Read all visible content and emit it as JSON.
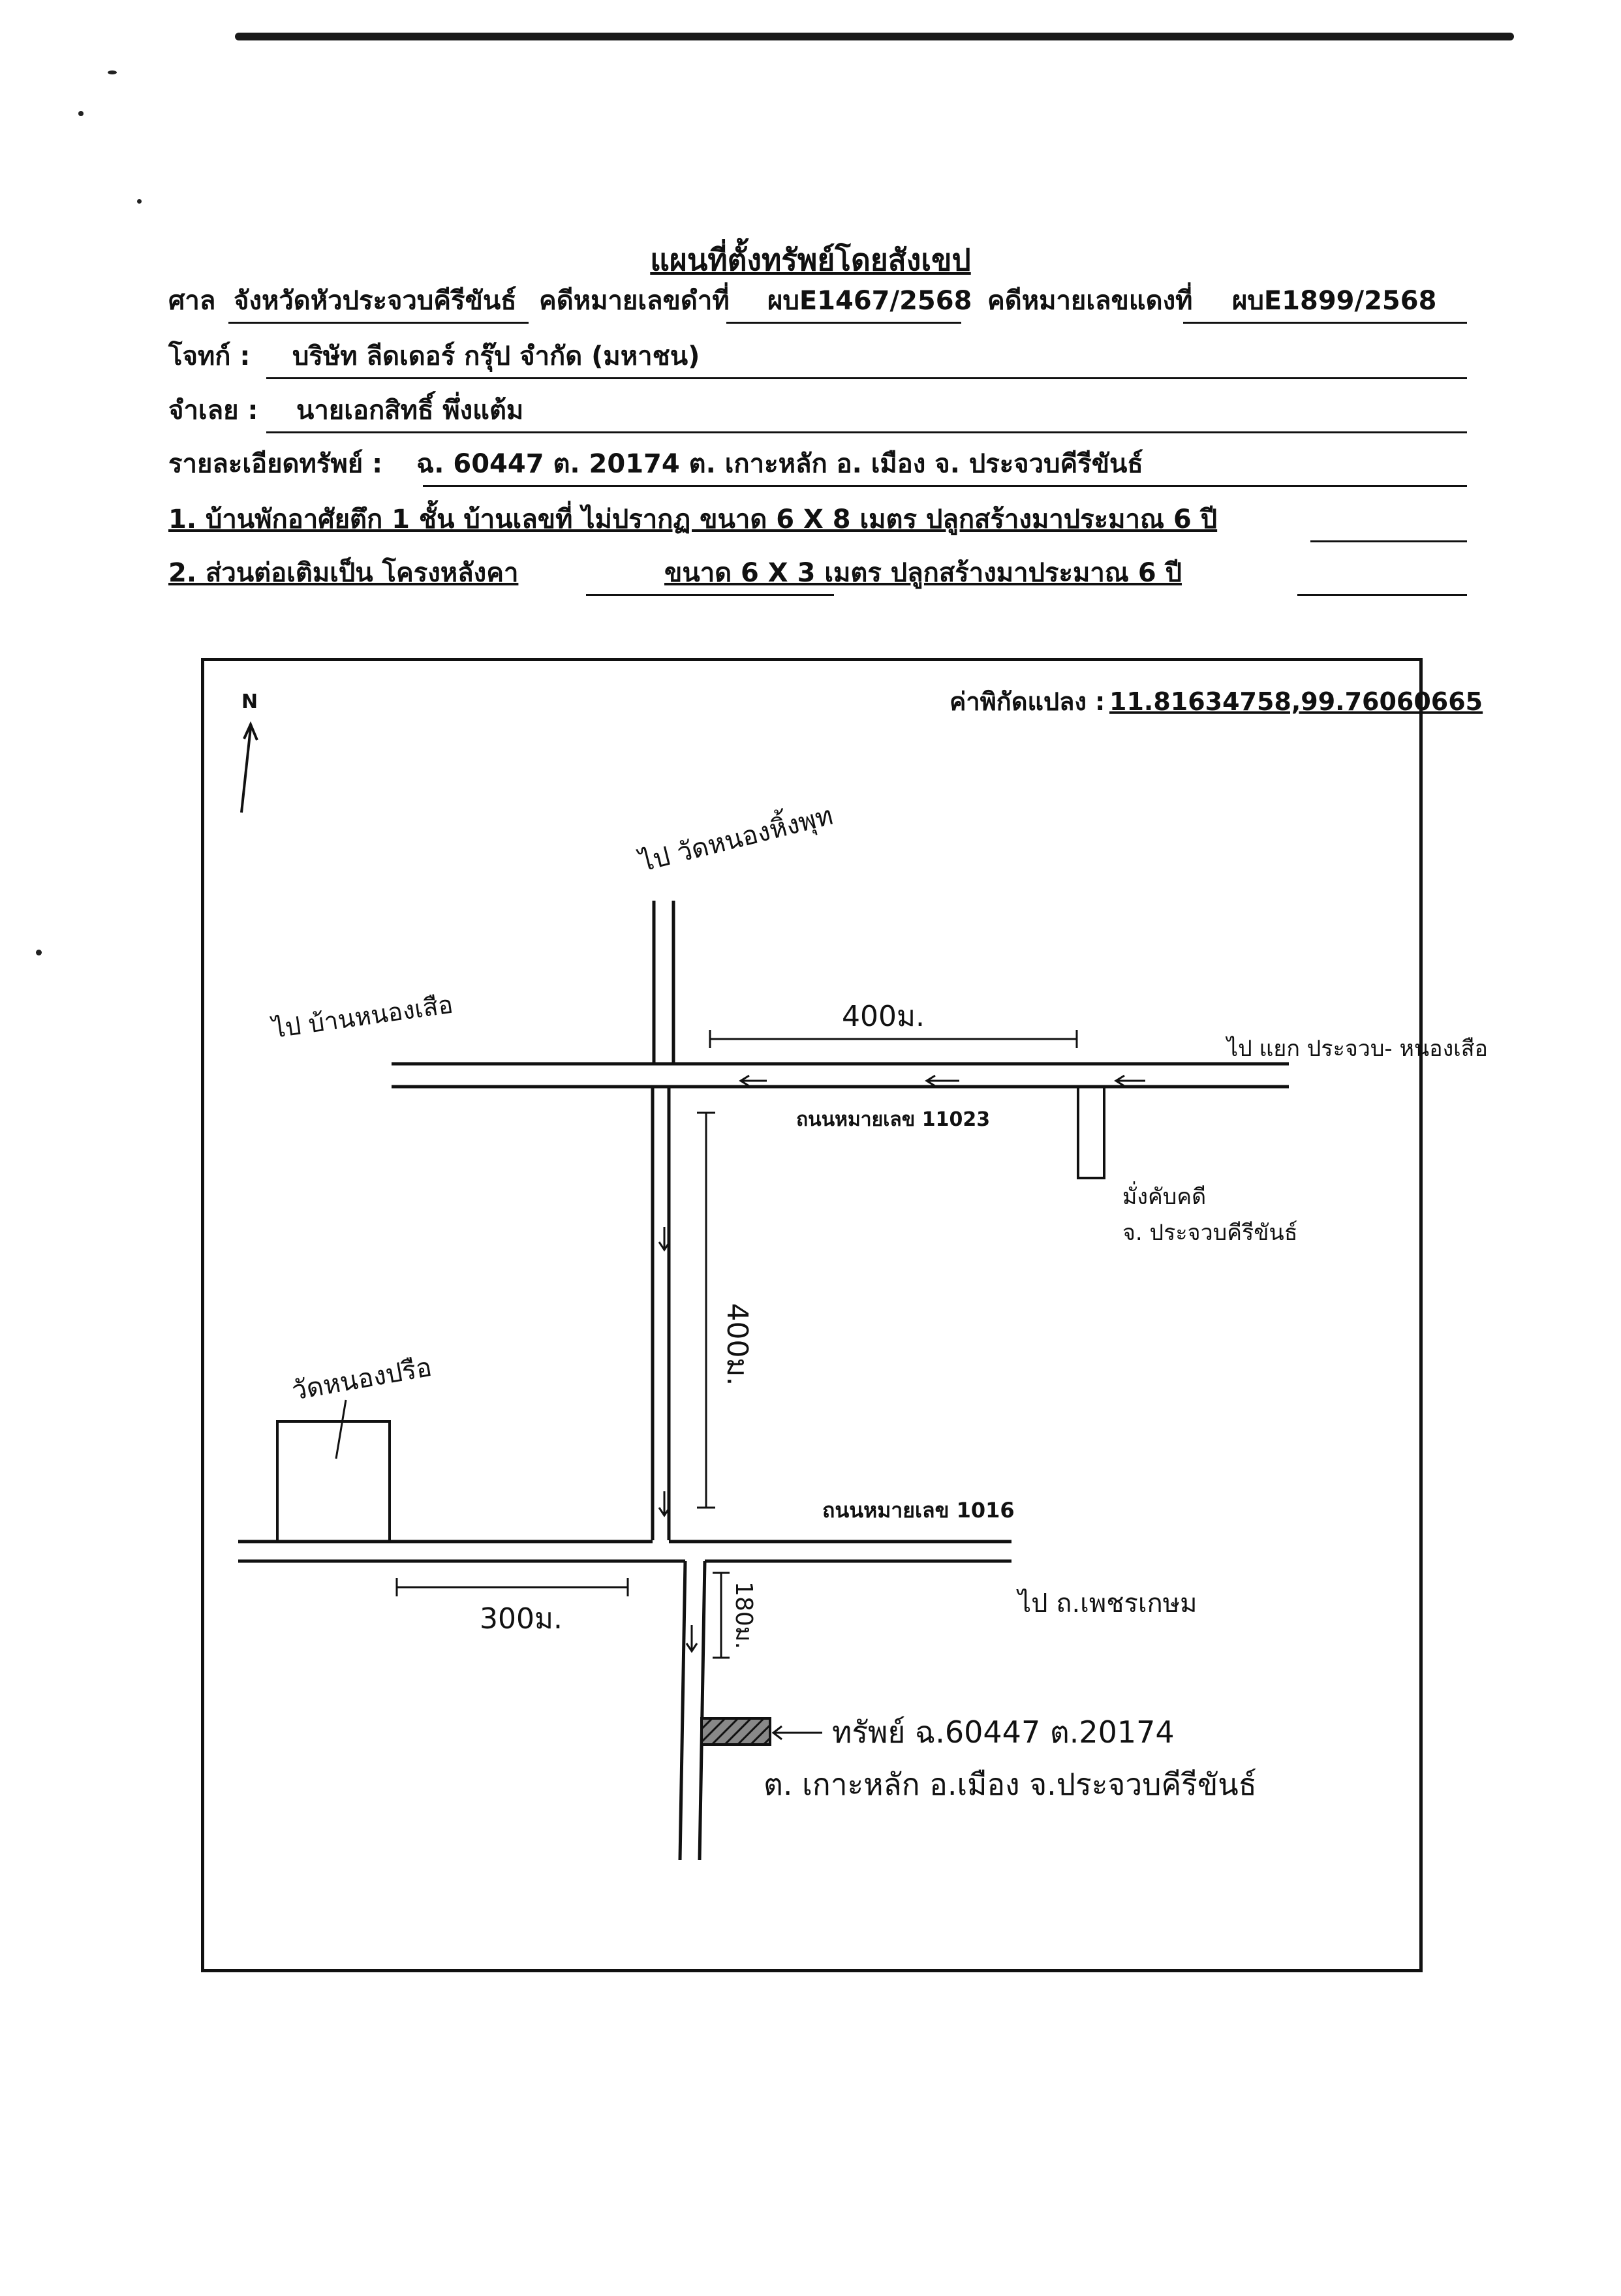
{
  "title": "แผนที่ตั้งทรัพย์โดยสังเขป",
  "header": {
    "court_label": "ศาล",
    "court_value": "จังหวัดหัวประจวบคีรีขันธ์",
    "black_case_label": "คดีหมายเลขดำที่",
    "black_case_value": "ผบE1467/2568",
    "red_case_label": "คดีหมายเลขแดงที่",
    "red_case_value": "ผบE1899/2568",
    "plaintiff_label": "โจทก์ :",
    "plaintiff_value": "บริษัท ลีดเดอร์ กรุ๊ป จำกัด (มหาชน)",
    "defendant_label": "จำเลย :",
    "defendant_value": "นายเอกสิทธิ์ พึ่งแต้ม",
    "property_label": "รายละเอียดทรัพย์ :",
    "property_value": "ฉ. 60447 ต. 20174 ต. เกาะหลัก อ. เมือง จ. ประจวบคีรีขันธ์",
    "item1": "1. บ้านพักอาศัยตึก 1 ชั้น บ้านเลขที่ ไม่ปรากฏ ขนาด 6 X 8 เมตร ปลูกสร้างมาประมาณ 6 ปี",
    "item2_a": "2. ส่วนต่อเติมเป็น โครงหลังคา",
    "item2_b": "ขนาด 6 X 3 เมตร ปลูกสร้างมาประมาณ 6 ปี"
  },
  "map": {
    "coord_label": "ค่าพิกัดแปลง :",
    "coord_value": "11.81634758,99.76060665",
    "north": "N",
    "to_temple_north": "ไป วัดหนองหิ้งพุท",
    "to_left": "ไป บ้านหนองเสือ",
    "to_junction": "ไป แยก ประจวบ- หนองเสือ",
    "dist_top": "400ม.",
    "road_top": "ถนนหมายเลข 11023",
    "school": "มั่งคับคดี",
    "school_province": "จ. ประจวบคีรีขันธ์",
    "dist_vertical": "400ม.",
    "temple": "วัดหนองปรือ",
    "road_bottom": "ถนนหมายเลข 1016",
    "dist_300": "300ม.",
    "to_phetkasem": "ไป ถ.เพชรเกษม",
    "dist_180": "180ม.",
    "property_line1": "ทรัพย์ ฉ.60447 ต.20174",
    "property_line2": "ต. เกาะหลัก อ.เมือง จ.ประจวบคีรีขันธ์"
  },
  "colors": {
    "ink": "#111111",
    "paper": "#ffffff"
  }
}
